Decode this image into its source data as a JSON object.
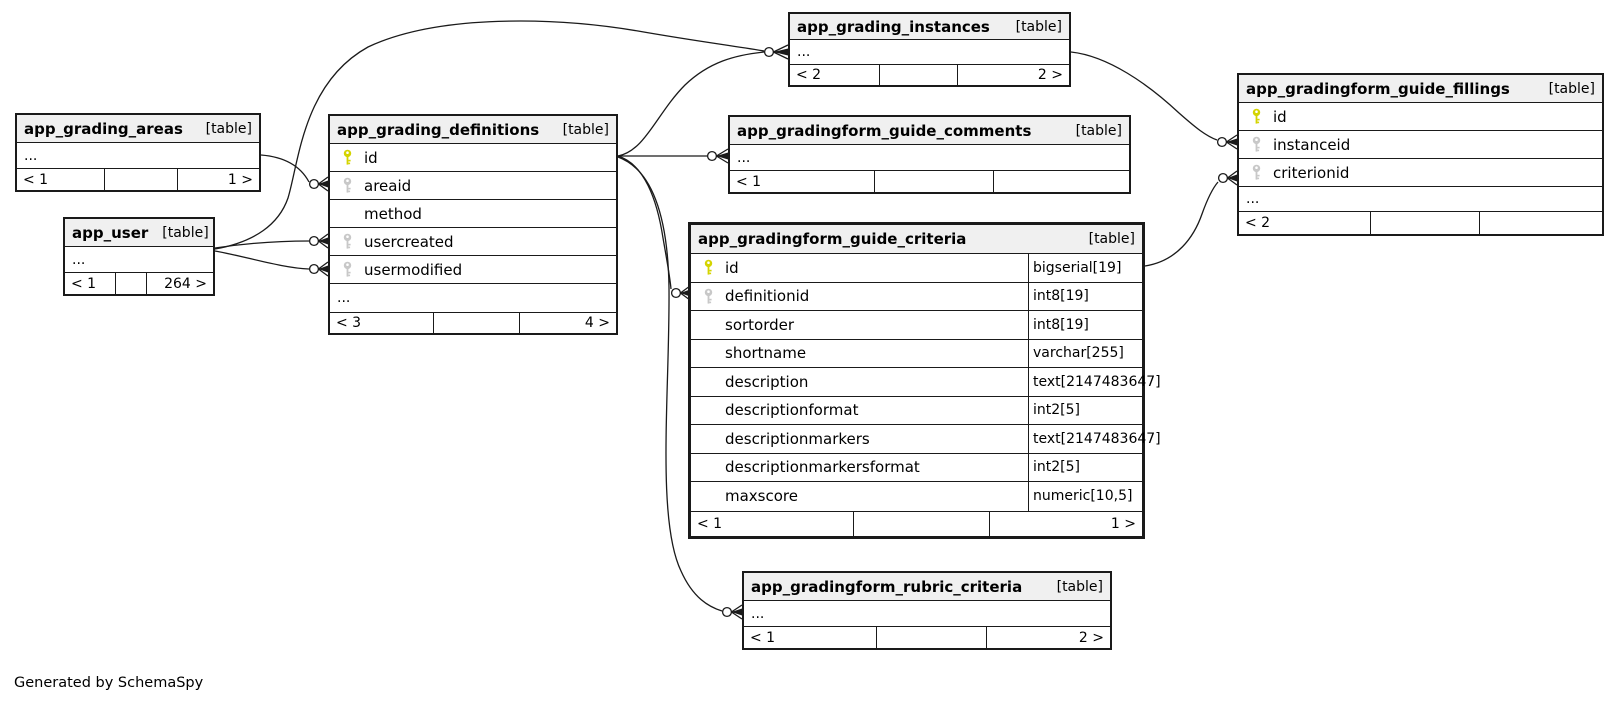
{
  "diagram": {
    "generator_note": "Generated by SchemaSpy"
  },
  "colors": {
    "primary_key": "#d4d400",
    "foreign_key": "#c8c8c8",
    "header_bg": "#f0f0f0",
    "line": "#1a1a1a"
  },
  "tables": {
    "areas": {
      "title": "app_grading_areas",
      "tag": "[table]",
      "rows": [
        {
          "name": "..."
        }
      ],
      "footer": [
        "< 1",
        "",
        "1 >"
      ]
    },
    "user": {
      "title": "app_user",
      "tag": "[table]",
      "rows": [
        {
          "name": "..."
        }
      ],
      "footer": [
        "< 1",
        "",
        "264 >"
      ]
    },
    "definitions": {
      "title": "app_grading_definitions",
      "tag": "[table]",
      "rows": [
        {
          "name": "id",
          "key": "pk"
        },
        {
          "name": "areaid",
          "key": "fk"
        },
        {
          "name": "method"
        },
        {
          "name": "usercreated",
          "key": "fk"
        },
        {
          "name": "usermodified",
          "key": "fk"
        },
        {
          "name": "..."
        }
      ],
      "footer": [
        "< 3",
        "",
        "4 >"
      ]
    },
    "instances": {
      "title": "app_grading_instances",
      "tag": "[table]",
      "rows": [
        {
          "name": "..."
        }
      ],
      "footer": [
        "< 2",
        "",
        "2 >"
      ]
    },
    "comments": {
      "title": "app_gradingform_guide_comments",
      "tag": "[table]",
      "rows": [
        {
          "name": "..."
        }
      ],
      "footer": [
        "< 1",
        "",
        ""
      ]
    },
    "criteria": {
      "title": "app_gradingform_guide_criteria",
      "tag": "[table]",
      "rows": [
        {
          "name": "id",
          "type": "bigserial[19]",
          "key": "pk"
        },
        {
          "name": "definitionid",
          "type": "int8[19]",
          "key": "fk"
        },
        {
          "name": "sortorder",
          "type": "int8[19]"
        },
        {
          "name": "shortname",
          "type": "varchar[255]"
        },
        {
          "name": "description",
          "type": "text[2147483647]"
        },
        {
          "name": "descriptionformat",
          "type": "int2[5]"
        },
        {
          "name": "descriptionmarkers",
          "type": "text[2147483647]"
        },
        {
          "name": "descriptionmarkersformat",
          "type": "int2[5]"
        },
        {
          "name": "maxscore",
          "type": "numeric[10,5]"
        }
      ],
      "footer": [
        "< 1",
        "",
        "1 >"
      ]
    },
    "fillings": {
      "title": "app_gradingform_guide_fillings",
      "tag": "[table]",
      "rows": [
        {
          "name": "id",
          "key": "pk"
        },
        {
          "name": "instanceid",
          "key": "fk"
        },
        {
          "name": "criterionid",
          "key": "fk"
        },
        {
          "name": "..."
        }
      ],
      "footer": [
        "< 2",
        "",
        ""
      ]
    },
    "rubric": {
      "title": "app_gradingform_rubric_criteria",
      "tag": "[table]",
      "rows": [
        {
          "name": "..."
        }
      ],
      "footer": [
        "< 1",
        "",
        "2 >"
      ]
    }
  }
}
